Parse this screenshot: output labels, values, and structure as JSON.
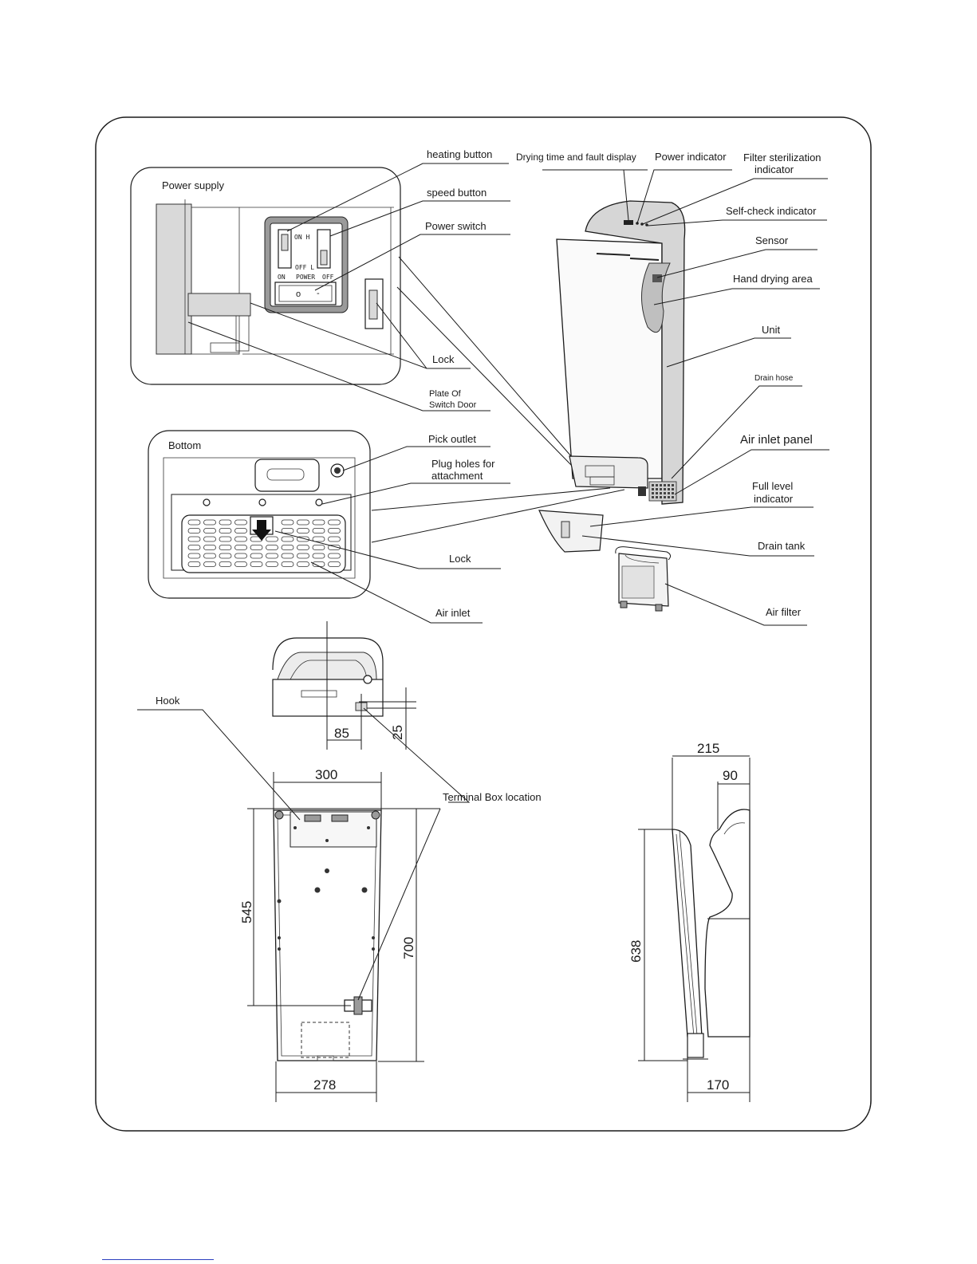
{
  "labels": {
    "power_supply": "Power supply",
    "heating_button": "heating button",
    "speed_button": "speed button",
    "power_switch": "Power switch",
    "lock_top": "Lock",
    "plate_of_switch_door_1": "Plate Of",
    "plate_of_switch_door_2": "Switch Door",
    "drying_time_display": "Drying time and fault display",
    "power_indicator": "Power indicator",
    "filter_sterilization_1": "Filter sterilization",
    "filter_sterilization_2": "indicator",
    "self_check_indicator": "Self-check indicator",
    "sensor": "Sensor",
    "hand_drying_area": "Hand drying area",
    "unit": "Unit",
    "drain_hose": "Drain hose",
    "air_inlet_panel": "Air inlet panel",
    "full_level_1": "Full level",
    "full_level_2": "indicator",
    "drain_tank": "Drain tank",
    "air_filter": "Air filter",
    "bottom": "Bottom",
    "pick_outlet": "Pick outlet",
    "plug_holes_1": "Plug holes for",
    "plug_holes_2": "attachment",
    "lock_bottom": "Lock",
    "air_inlet": "Air inlet",
    "hook": "Hook",
    "terminal_box_location": "Terminal Box location"
  },
  "switch_markings": {
    "on_h": "ON  H",
    "off_l": "OFF L",
    "on": "ON",
    "power": "POWER",
    "off": "OFF",
    "symbol_on": "o",
    "symbol_off": "-"
  },
  "dimensions": {
    "d85": "85",
    "d25": "25",
    "d300": "300",
    "d545": "545",
    "d700": "700",
    "d278": "278",
    "d215": "215",
    "d90": "90",
    "d638": "638",
    "d170": "170"
  }
}
